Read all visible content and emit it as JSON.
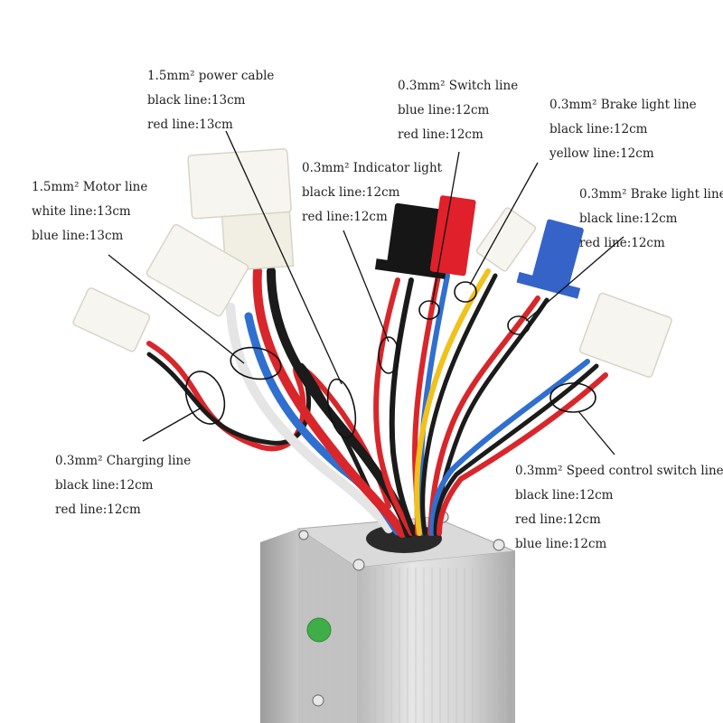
{
  "labels": {
    "power_cable": {
      "title": "1.5mm² power cable",
      "line1": "black line:13cm",
      "line2": "red line:13cm"
    },
    "motor_line": {
      "title": "1.5mm² Motor line",
      "line1": "white line:13cm",
      "line2": "blue line:13cm"
    },
    "indicator_light": {
      "title": "0.3mm² Indicator light",
      "line1": "black line:12cm",
      "line2": "red line:12cm"
    },
    "switch_line": {
      "title": "0.3mm² Switch line",
      "line1": "blue line:12cm",
      "line2": "red line:12cm"
    },
    "brake_light_1": {
      "title": "0.3mm² Brake light line",
      "line1": "black line:12cm",
      "line2": "yellow line:12cm"
    },
    "brake_light_2": {
      "title": "0.3mm² Brake light line",
      "line1": "black line:12cm",
      "line2": "red line:12cm"
    },
    "charging_line": {
      "title": "0.3mm² Charging line",
      "line1": "black line:12cm",
      "line2": "red line:12cm"
    },
    "speed_control": {
      "title": "0.3mm² Speed control switch line",
      "line1": "black line:12cm",
      "line2": "red line:12cm",
      "line3": "blue line:12cm"
    }
  },
  "colors": {
    "wire_red": "#d9262a",
    "wire_black": "#1b1b1b",
    "wire_blue": "#2f6fd0",
    "wire_white": "#f2f2f2",
    "wire_yellow": "#f1c21b",
    "housing": "#c9c9c9",
    "connector_white": "#f7f5ef",
    "connector_red": "#e0202a",
    "connector_blue": "#3563c8",
    "connector_black": "#161616",
    "sticker_green": "#3fae49"
  },
  "icons": [
    "green-sticker-icon",
    "screw-icon",
    "rubber-grommet-icon"
  ]
}
